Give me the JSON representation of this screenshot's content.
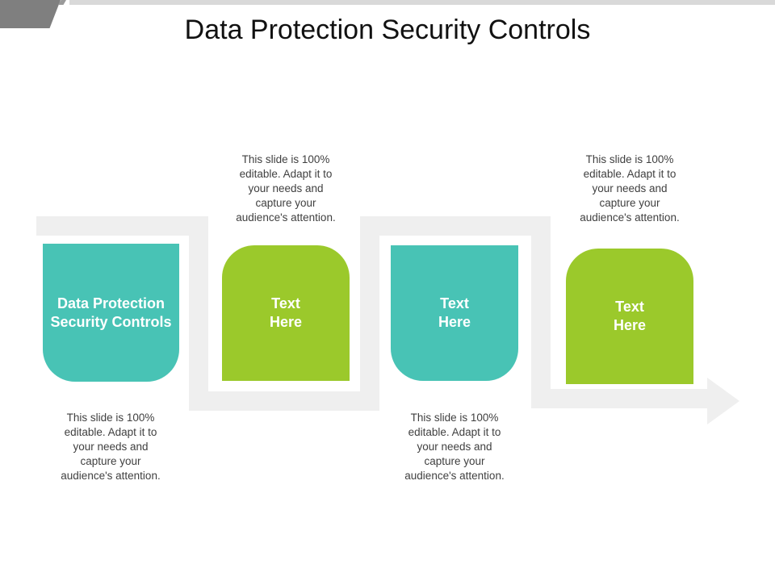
{
  "title": "Data Protection Security Controls",
  "colors": {
    "teal": "#48c3b5",
    "green": "#9bc92b",
    "path": "#efefef",
    "header_gray": "#7f7f7f"
  },
  "steps": [
    {
      "label": "Data Protection\nSecurity Controls",
      "color": "teal",
      "caption": "This slide is 100%\neditable. Adapt it to\nyour needs and\ncapture your\naudience's attention.",
      "caption_position": "below"
    },
    {
      "label": "Text\nHere",
      "color": "green",
      "caption": "This slide is 100%\neditable. Adapt it to\nyour needs and\ncapture your\naudience's attention.",
      "caption_position": "above"
    },
    {
      "label": "Text\nHere",
      "color": "teal",
      "caption": "This slide is 100%\neditable. Adapt it to\nyour needs and\ncapture your\naudience's attention.",
      "caption_position": "below"
    },
    {
      "label": "Text\nHere",
      "color": "green",
      "caption": "This slide is 100%\neditable. Adapt it to\nyour needs and\ncapture your\naudience's attention.",
      "caption_position": "above"
    }
  ]
}
